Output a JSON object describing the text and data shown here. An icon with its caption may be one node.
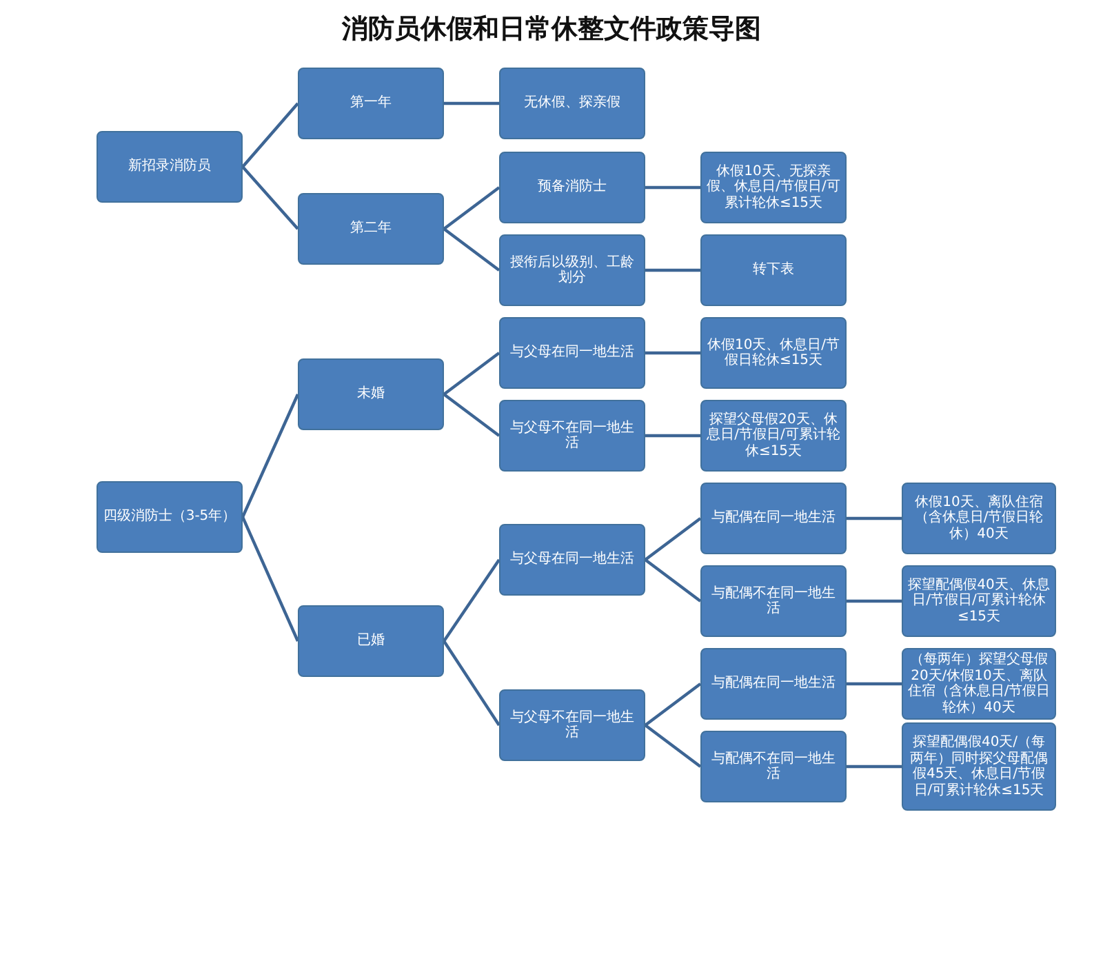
{
  "diagram": {
    "title": "消防员休假和日常休整文件政策导图",
    "nodes": [
      {
        "text": [
          "新招录消防员"
        ]
      },
      {
        "text": [
          "第一年"
        ]
      },
      {
        "text": [
          "无休假、探亲假"
        ]
      },
      {
        "text": [
          "第二年"
        ]
      },
      {
        "text": [
          "预备消防士"
        ]
      },
      {
        "text": [
          "休假10天、无探亲假、休息日/节假日/可累计轮休≤15天"
        ]
      },
      {
        "text": [
          "授衔后以级别、工龄划分"
        ]
      },
      {
        "text": [
          "转下表"
        ]
      },
      {
        "text": [
          "四级消防士（3-5年）"
        ]
      },
      {
        "text": [
          "未婚"
        ]
      },
      {
        "text": [
          "与父母在同一地生活"
        ]
      },
      {
        "text": [
          "休假10天、休息日/节假日轮休≤15天"
        ]
      },
      {
        "text": [
          "与父母不在同一地生活"
        ]
      },
      {
        "text": [
          "探望父母假20天、休息日/节假日/可累计轮休≤15天"
        ]
      },
      {
        "text": [
          "已婚"
        ]
      },
      {
        "text": [
          "与父母在同一地生活"
        ]
      },
      {
        "text": [
          "与配偶在同一地生活"
        ]
      },
      {
        "text": [
          "休假10天、离队住宿（含休息日/节假日轮休）40天"
        ]
      },
      {
        "text": [
          "与配偶不在同一地生活"
        ]
      },
      {
        "text": [
          "探望配偶假40天、休息日/节假日/可累计轮休≤15天"
        ]
      },
      {
        "text": [
          "与父母不在同一地生活"
        ]
      },
      {
        "text": [
          "与配偶在同一地生活"
        ]
      },
      {
        "text": [
          "（每两年）探望父母假20天/休假10天、离队住宿（含休息日/节假日轮休）40天"
        ]
      },
      {
        "text": [
          "与配偶不在同一地生活"
        ]
      },
      {
        "text": [
          "探望配偶假40天/（每两年）同时探父母配偶假45天、休息日/节假日/可累计轮休≤15天"
        ]
      }
    ],
    "edges": [
      {
        "from": 0,
        "to": 1,
        "arrow": "none"
      },
      {
        "from": 1,
        "to": 2,
        "arrow": "none"
      },
      {
        "from": 0,
        "to": 3,
        "arrow": "none"
      },
      {
        "from": 3,
        "to": 4,
        "arrow": "none"
      },
      {
        "from": 4,
        "to": 5,
        "arrow": "none"
      },
      {
        "from": 3,
        "to": 6,
        "arrow": "none"
      },
      {
        "from": 6,
        "to": 7,
        "arrow": "none"
      },
      {
        "from": 8,
        "to": 9,
        "arrow": "none"
      },
      {
        "from": 9,
        "to": 10,
        "arrow": "none"
      },
      {
        "from": 10,
        "to": 11,
        "arrow": "none"
      },
      {
        "from": 9,
        "to": 12,
        "arrow": "none"
      },
      {
        "from": 12,
        "to": 13,
        "arrow": "none"
      },
      {
        "from": 8,
        "to": 14,
        "arrow": "none"
      },
      {
        "from": 14,
        "to": 15,
        "arrow": "none"
      },
      {
        "from": 15,
        "to": 16,
        "arrow": "none"
      },
      {
        "from": 16,
        "to": 17,
        "arrow": "none"
      },
      {
        "from": 15,
        "to": 18,
        "arrow": "none"
      },
      {
        "from": 18,
        "to": 19,
        "arrow": "none"
      },
      {
        "from": 14,
        "to": 20,
        "arrow": "none"
      },
      {
        "from": 20,
        "to": 21,
        "arrow": "none"
      },
      {
        "from": 21,
        "to": 22,
        "arrow": "none"
      },
      {
        "from": 20,
        "to": 23,
        "arrow": "none"
      },
      {
        "from": 23,
        "to": 24,
        "arrow": "none"
      }
    ]
  }
}
